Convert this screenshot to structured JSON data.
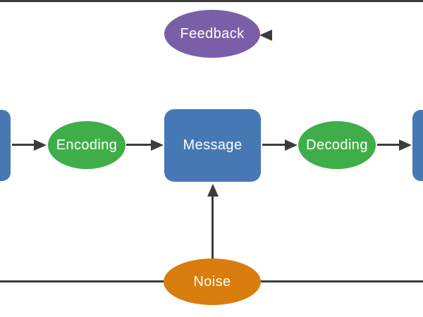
{
  "colors": {
    "line": "#3C3C3C",
    "text": "#FFFFFF",
    "background": "#FFFFFF",
    "blue": "#4678B4",
    "green": "#3FAE49",
    "purple": "#7B5EA8",
    "orange": "#D97D0E"
  },
  "nodes": {
    "feedback": {
      "label": "Feedback",
      "shape": "ellipse",
      "color": "#7B5EA8"
    },
    "encoding": {
      "label": "Encoding",
      "shape": "ellipse",
      "color": "#3FAE49"
    },
    "message": {
      "label": "Message",
      "shape": "rounded-rectangle",
      "color": "#4678B4"
    },
    "decoding": {
      "label": "Decoding",
      "shape": "ellipse",
      "color": "#3FAE49"
    },
    "noise": {
      "label": "Noise",
      "shape": "ellipse",
      "color": "#D97D0E"
    },
    "left_partial_node": {
      "label": "",
      "shape": "rounded-rectangle",
      "color": "#4678B4"
    },
    "right_partial_node": {
      "label": "",
      "shape": "rounded-rectangle",
      "color": "#4678B4"
    }
  },
  "edges": [
    {
      "from": "right-edge",
      "to": "feedback",
      "arrowhead": "into-feedback-pointing-left"
    },
    {
      "from": "feedback",
      "to": "left-edge",
      "arrowhead": "none-visible"
    },
    {
      "from": "left_partial_node",
      "to": "encoding",
      "arrowhead": "right"
    },
    {
      "from": "encoding",
      "to": "message",
      "arrowhead": "right"
    },
    {
      "from": "message",
      "to": "decoding",
      "arrowhead": "right"
    },
    {
      "from": "decoding",
      "to": "right_partial_node",
      "arrowhead": "right"
    },
    {
      "from": "noise",
      "to": "message",
      "arrowhead": "up"
    },
    {
      "from": "left-edge-bottom",
      "to": "noise",
      "arrowhead": "none-visible"
    },
    {
      "from": "noise",
      "to": "right-edge-bottom",
      "arrowhead": "none-visible"
    }
  ]
}
